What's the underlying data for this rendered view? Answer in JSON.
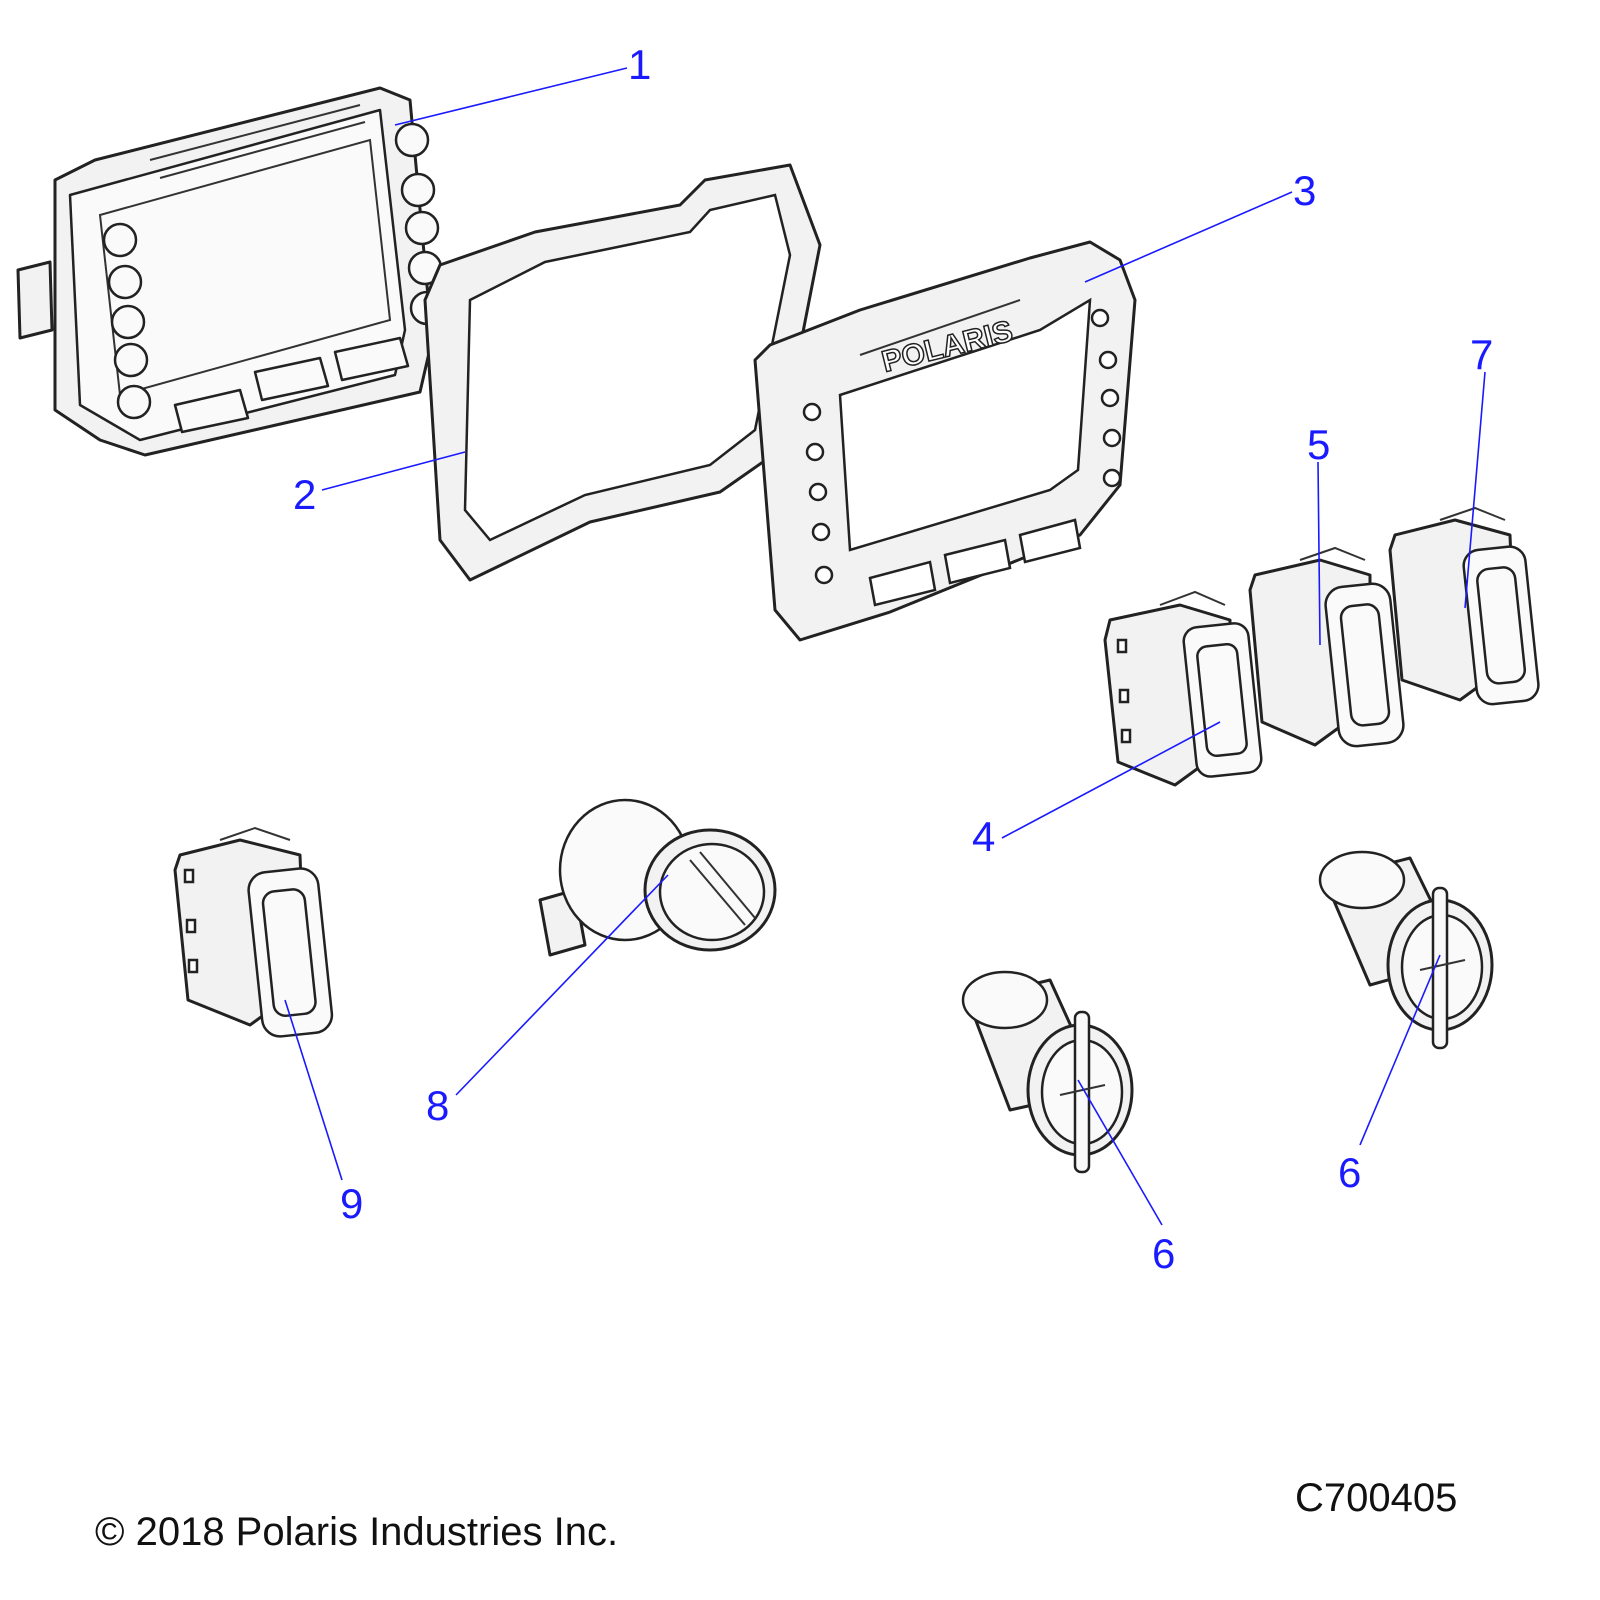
{
  "callouts": {
    "c1": "1",
    "c2": "2",
    "c3": "3",
    "c4": "4",
    "c5": "5",
    "c6a": "6",
    "c6b": "6",
    "c7": "7",
    "c8": "8",
    "c9": "9"
  },
  "bezel_logo": "POLARIS",
  "footer": {
    "copyright": "© 2018 Polaris Industries Inc.",
    "drawing_number": "C700405"
  },
  "colors": {
    "callout": "#1a1aff",
    "line": "#222222",
    "part_fill": "#f2f2f2"
  }
}
